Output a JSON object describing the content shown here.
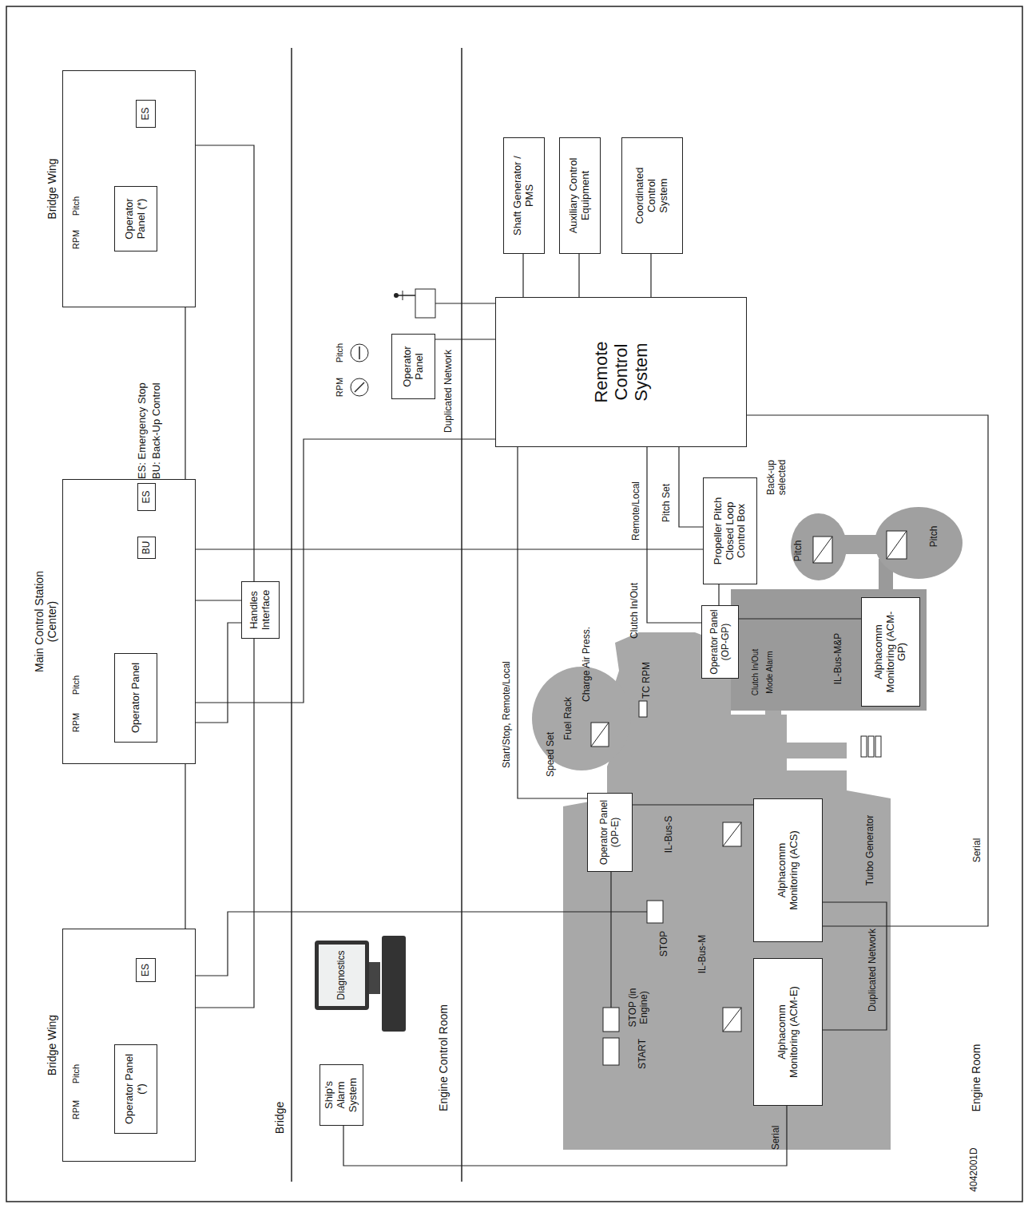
{
  "diagram": {
    "nodes": [
      {
        "text": [
          "Bridge"
        ]
      },
      {
        "text": [
          "Bridge Wing"
        ],
        "in": 0
      },
      {
        "text": [
          "Operator Panel (*)"
        ],
        "in": 1
      },
      {
        "text": [
          "ES"
        ],
        "in": 1
      },
      {
        "text": [
          "Main Control Station (Center)"
        ],
        "in": 0
      },
      {
        "text": [
          "Operator Panel"
        ],
        "in": 4
      },
      {
        "text": [
          "BU"
        ],
        "in": 4
      },
      {
        "text": [
          "ES"
        ],
        "in": 4
      },
      {
        "text": [
          "Bridge Wing"
        ],
        "in": 0
      },
      {
        "text": [
          "Operator Panel (*)"
        ],
        "in": 8
      },
      {
        "text": [
          "ES"
        ],
        "in": 8
      },
      {
        "text": [
          "Handles Interface"
        ],
        "in": 0
      },
      {
        "text": [
          "Engine Control Room"
        ]
      },
      {
        "text": [
          "Ship's Alarm System"
        ],
        "in": 12
      },
      {
        "text": [
          "Diagnostics"
        ],
        "in": 12
      },
      {
        "text": [
          "Operator Panel"
        ],
        "in": 12
      },
      {
        "text": [
          "Engine Room"
        ]
      },
      {
        "text": [
          "Remote Control System"
        ],
        "in": 16
      },
      {
        "text": [
          "Shaft Generator / PMS"
        ],
        "in": 16
      },
      {
        "text": [
          "Auxiliary Control Equipment"
        ],
        "in": 16
      },
      {
        "text": [
          "Coordinated Control System"
        ],
        "in": 16
      },
      {
        "text": [
          "Propeller Pitch Closed Loop Control Box"
        ],
        "in": 16
      },
      {
        "text": [
          "Operator Panel (OP-GP)"
        ],
        "in": 16
      },
      {
        "text": [
          "Alphacomm Monitoring (ACM-GP)"
        ],
        "in": 16
      },
      {
        "text": [
          "Operator Panel (OP-E)"
        ],
        "in": 16
      },
      {
        "text": [
          "Alphacomm Monitoring (ACS)"
        ],
        "in": 16
      },
      {
        "text": [
          "Alphacomm Monitoring (ACM-E)"
        ],
        "in": 16
      }
    ],
    "edges": [
      {
        "from": 11,
        "to": 5,
        "arrow": "to"
      },
      {
        "from": 6,
        "to": 21,
        "arrow": "none"
      },
      {
        "from": 17,
        "to": 18,
        "arrow": "none"
      },
      {
        "from": 17,
        "to": 19,
        "arrow": "none"
      },
      {
        "from": 17,
        "to": 20,
        "arrow": "none"
      },
      {
        "from": 17,
        "to": 15,
        "arrow": "none"
      },
      {
        "from": 17,
        "to": 5,
        "label": "Duplicated Network",
        "arrow": "none"
      },
      {
        "from": 24,
        "to": 17,
        "label": "Start/Stop, Remote/Local",
        "arrow": "none"
      },
      {
        "from": 22,
        "to": 17,
        "label": "Clutch In/Out",
        "arrow": "none"
      },
      {
        "from": 21,
        "to": 17,
        "label": "Pitch Set",
        "arrow": "none"
      },
      {
        "from": 25,
        "to": 24,
        "label": "IL-Bus-S",
        "arrow": "none"
      },
      {
        "from": 26,
        "to": 25,
        "label": "Duplicated Network",
        "arrow": "none"
      },
      {
        "from": 26,
        "to": 13,
        "label": "Serial",
        "arrow": "none"
      },
      {
        "from": 25,
        "to": 17,
        "label": "Serial",
        "arrow": "none"
      },
      {
        "from": 22,
        "to": 23,
        "label": "IL-Bus-M&P",
        "arrow": "none"
      },
      {
        "from": 22,
        "to": 21,
        "arrow": "none"
      },
      {
        "from": 10,
        "to": 7,
        "arrow": "none"
      },
      {
        "from": 3,
        "to": 7,
        "arrow": "none"
      }
    ],
    "labels": [
      "RPM",
      "Pitch",
      "RPM",
      "Pitch",
      "RPM",
      "Pitch",
      "ES: Emergency Stop",
      "BU: Back-Up Control",
      "RPM",
      "Pitch",
      "Speed Set",
      "Fuel Rack",
      "Charge Air Press.",
      "TC RPM",
      "Remote/Local",
      "Back-up selected",
      "Pitch",
      "Pitch",
      "Clutch In/Out",
      "Mode Alarm",
      "STOP",
      "IL-Bus-M",
      "STOP (in Engine)",
      "START",
      "Turbo Generator",
      "4042001D"
    ]
  }
}
